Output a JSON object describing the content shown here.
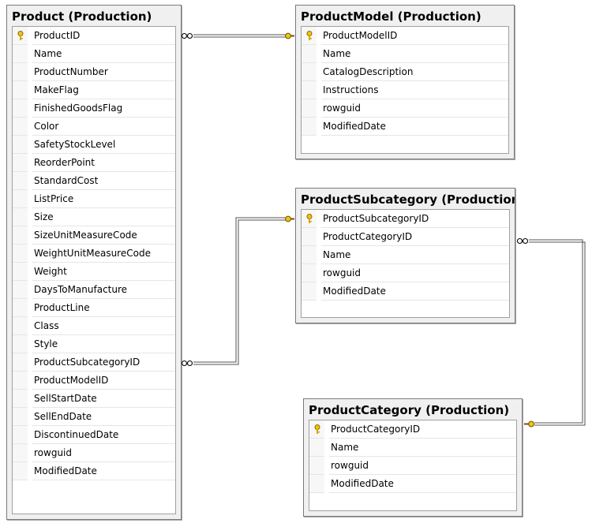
{
  "tables": {
    "product": {
      "title": "Product (Production)",
      "columns": [
        "ProductID",
        "Name",
        "ProductNumber",
        "MakeFlag",
        "FinishedGoodsFlag",
        "Color",
        "SafetyStockLevel",
        "ReorderPoint",
        "StandardCost",
        "ListPrice",
        "Size",
        "SizeUnitMeasureCode",
        "WeightUnitMeasureCode",
        "Weight",
        "DaysToManufacture",
        "ProductLine",
        "Class",
        "Style",
        "ProductSubcategoryID",
        "ProductModelID",
        "SellStartDate",
        "SellEndDate",
        "DiscontinuedDate",
        "rowguid",
        "ModifiedDate"
      ]
    },
    "productmodel": {
      "title": "ProductModel (Production)",
      "columns": [
        "ProductModelID",
        "Name",
        "CatalogDescription",
        "Instructions",
        "rowguid",
        "ModifiedDate"
      ]
    },
    "productsubcategory": {
      "title": "ProductSubcategory (Production)",
      "columns": [
        "ProductSubcategoryID",
        "ProductCategoryID",
        "Name",
        "rowguid",
        "ModifiedDate"
      ]
    },
    "productcategory": {
      "title": "ProductCategory (Production)",
      "columns": [
        "ProductCategoryID",
        "Name",
        "rowguid",
        "ModifiedDate"
      ]
    }
  },
  "colors": {
    "key": "#f1c40f",
    "line": "#505050"
  }
}
